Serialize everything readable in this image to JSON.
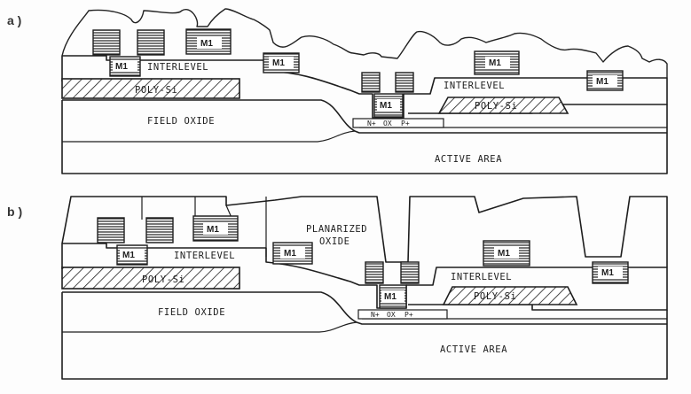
{
  "panels": [
    {
      "id": "a",
      "label": "a )"
    },
    {
      "id": "b",
      "label": "b )"
    }
  ],
  "labels": {
    "m1": "M1",
    "interlevel": "INTERLEVEL",
    "poly_si": "POLY-Si",
    "field_oxide": "FIELD OXIDE",
    "active_area": "ACTIVE AREA",
    "planarized_1": "PLANARIZED",
    "planarized_2": "OXIDE",
    "n_plus": "N+",
    "ox": "OX",
    "p_plus": "P+"
  }
}
